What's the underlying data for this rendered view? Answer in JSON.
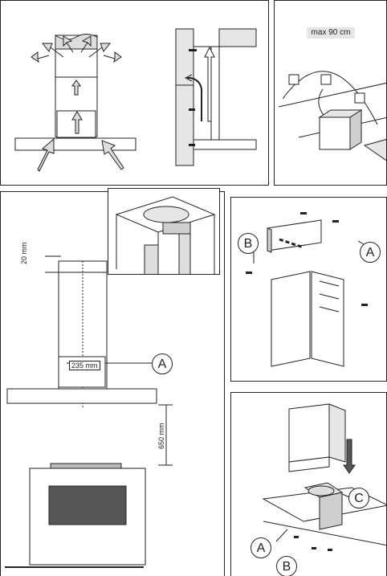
{
  "labels": {
    "max_distance": "max 90 cm",
    "dim_20": "20 mm",
    "dim_235": "235 mm",
    "dim_650": "650 mm",
    "callout_a": "A",
    "callout_b": "B",
    "callout_c": "C"
  },
  "colors": {
    "line": "#222222",
    "wall_fill": "#e6e6e6",
    "shade_fill": "#cfcfcf",
    "dark_fill": "#555555",
    "grey_box": "#d8d8d8"
  },
  "icons": [
    "arrow-icon",
    "screw-icon",
    "bracket-icon"
  ]
}
